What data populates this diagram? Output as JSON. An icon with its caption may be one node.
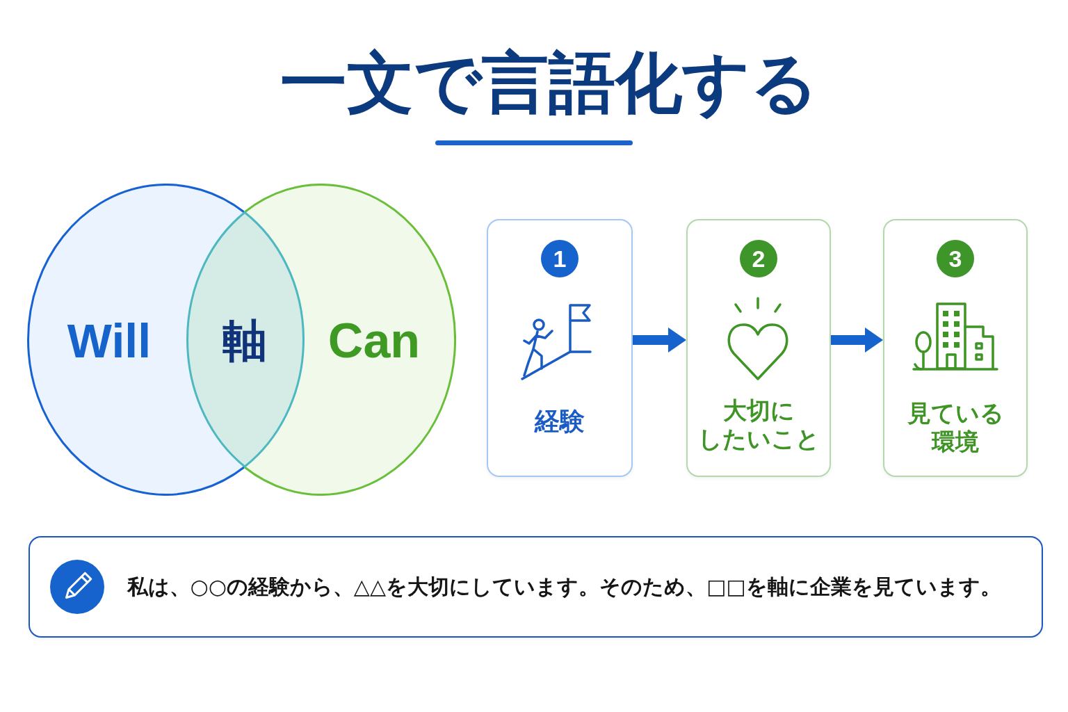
{
  "diagram": {
    "title": "一文で言語化する",
    "nodes": [
      {
        "text": [
          "Will"
        ]
      },
      {
        "text": [
          "Can"
        ]
      },
      {
        "text": [
          "軸"
        ]
      },
      {
        "text": [
          "経験"
        ]
      },
      {
        "text": [
          "1"
        ],
        "in": 3
      },
      {
        "text": [
          "大切にしたいこと"
        ]
      },
      {
        "text": [
          "2"
        ],
        "in": 5
      },
      {
        "text": [
          "見ている環境"
        ]
      },
      {
        "text": [
          "3"
        ],
        "in": 7
      },
      {
        "text": [
          "私は、○○の経験から、△△を大切にしています。そのため、□□を軸に企業を見ています。"
        ]
      }
    ],
    "edges": [
      {
        "from": 3,
        "to": 5,
        "arrow": "to"
      },
      {
        "from": 5,
        "to": 7,
        "arrow": "to"
      }
    ]
  }
}
